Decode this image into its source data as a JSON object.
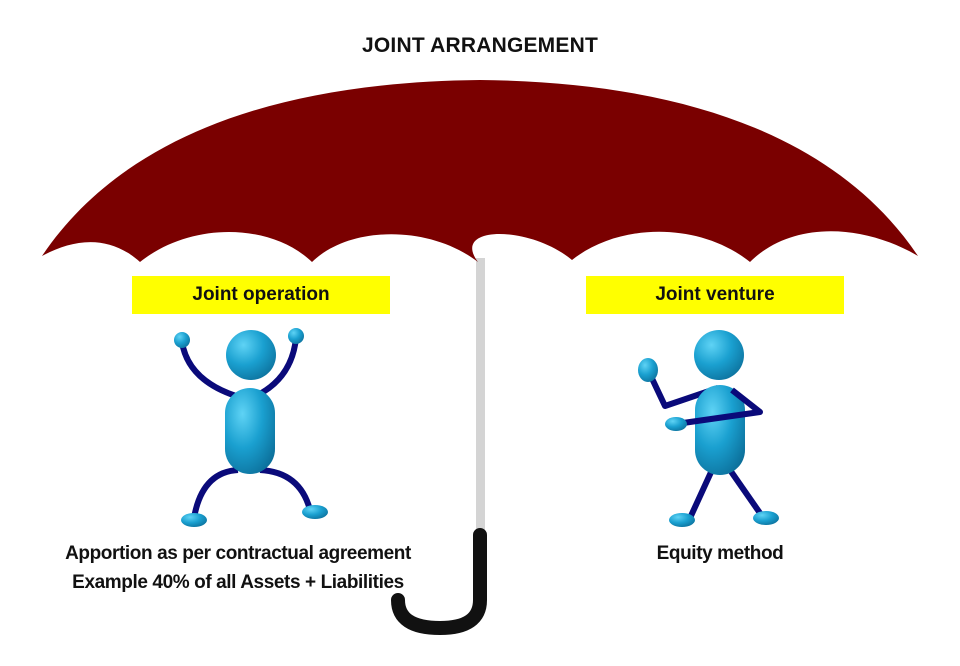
{
  "title": "JOINT ARRANGEMENT",
  "colors": {
    "canopy": "#7a0000",
    "shaft": "#d4d4d4",
    "handle": "#111111",
    "label_background": "#ffff00",
    "figure_body": "#1aa0d0",
    "figure_limbs": "#0a0a7a"
  },
  "left": {
    "label": "Joint operation",
    "caption_line1": "Apportion as per contractual agreement",
    "caption_line2": "Example 40% of all Assets + Liabilities"
  },
  "right": {
    "label": "Joint venture",
    "caption_line1": "Equity method"
  }
}
